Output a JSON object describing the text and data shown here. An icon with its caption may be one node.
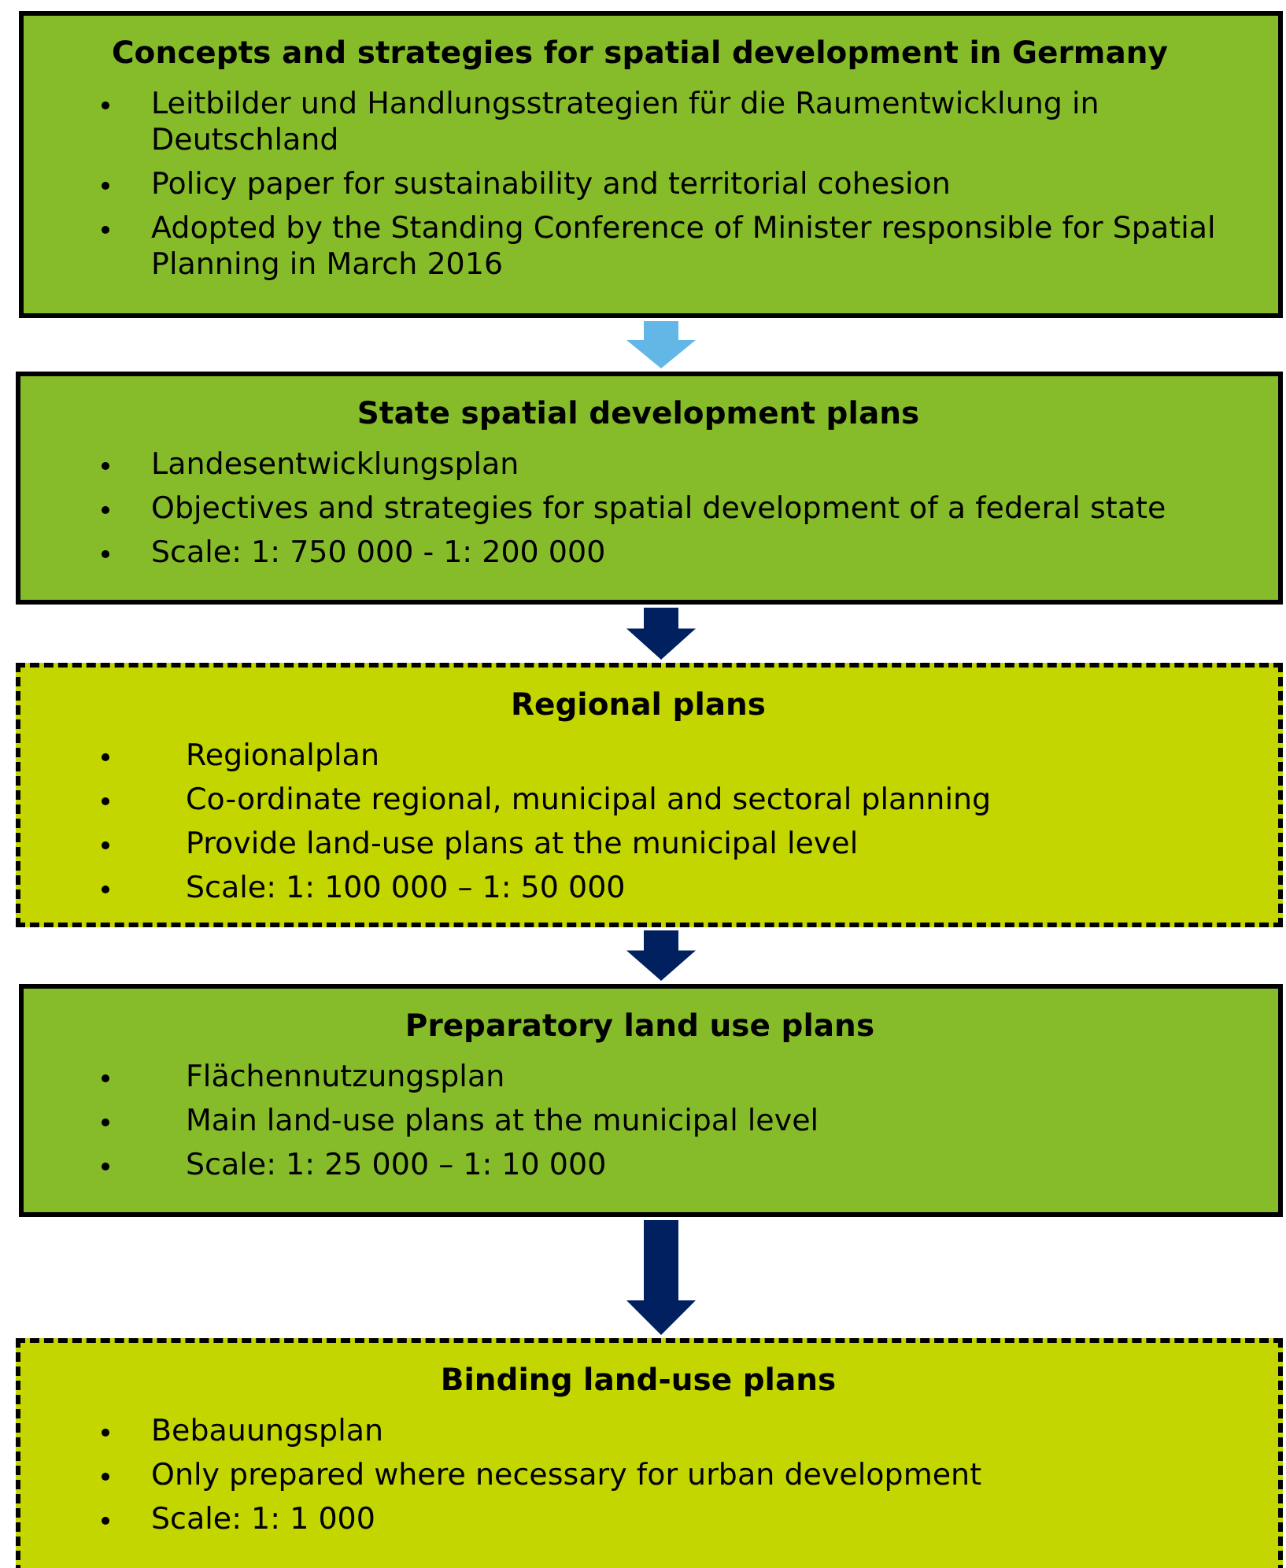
{
  "diagram": {
    "nodes": [
      {
        "text": [
          "Concepts and strategies for spatial development in Germany",
          "Leitbilder und Handlungsstrategien für die Raumentwicklung in Deutschland",
          "Policy paper for sustainability and territorial cohesion",
          "Adopted by the Standing Conference of Minister responsible for Spatial Planning in March 2016"
        ]
      },
      {
        "text": [
          "State spatial development plans",
          "Landesentwicklungsplan",
          "Objectives and strategies for spatial development of a federal state",
          "Scale: 1: 750 000 - 1: 200 000"
        ]
      },
      {
        "text": [
          "Regional plans",
          "Regionalplan",
          "Co-ordinate regional, municipal and sectoral planning",
          "Provide land-use plans at the municipal level",
          "Scale: 1: 100 000 – 1: 50 000"
        ]
      },
      {
        "text": [
          "Preparatory land use plans",
          "Flächennutzungsplan",
          "Main land-use plans at the municipal level",
          "Scale: 1: 25 000 – 1: 10 000"
        ]
      },
      {
        "text": [
          "Binding land-use plans",
          "Bebauungsplan",
          "Only prepared where necessary for urban development",
          "Scale: 1: 1 000"
        ]
      }
    ],
    "edges": [
      {
        "from": 0,
        "to": 1,
        "arrow": "to",
        "color": "#63b7e6"
      },
      {
        "from": 1,
        "to": 2,
        "arrow": "to"
      },
      {
        "from": 2,
        "to": 3,
        "arrow": "to"
      },
      {
        "from": 3,
        "to": 4,
        "arrow": "to"
      }
    ]
  }
}
